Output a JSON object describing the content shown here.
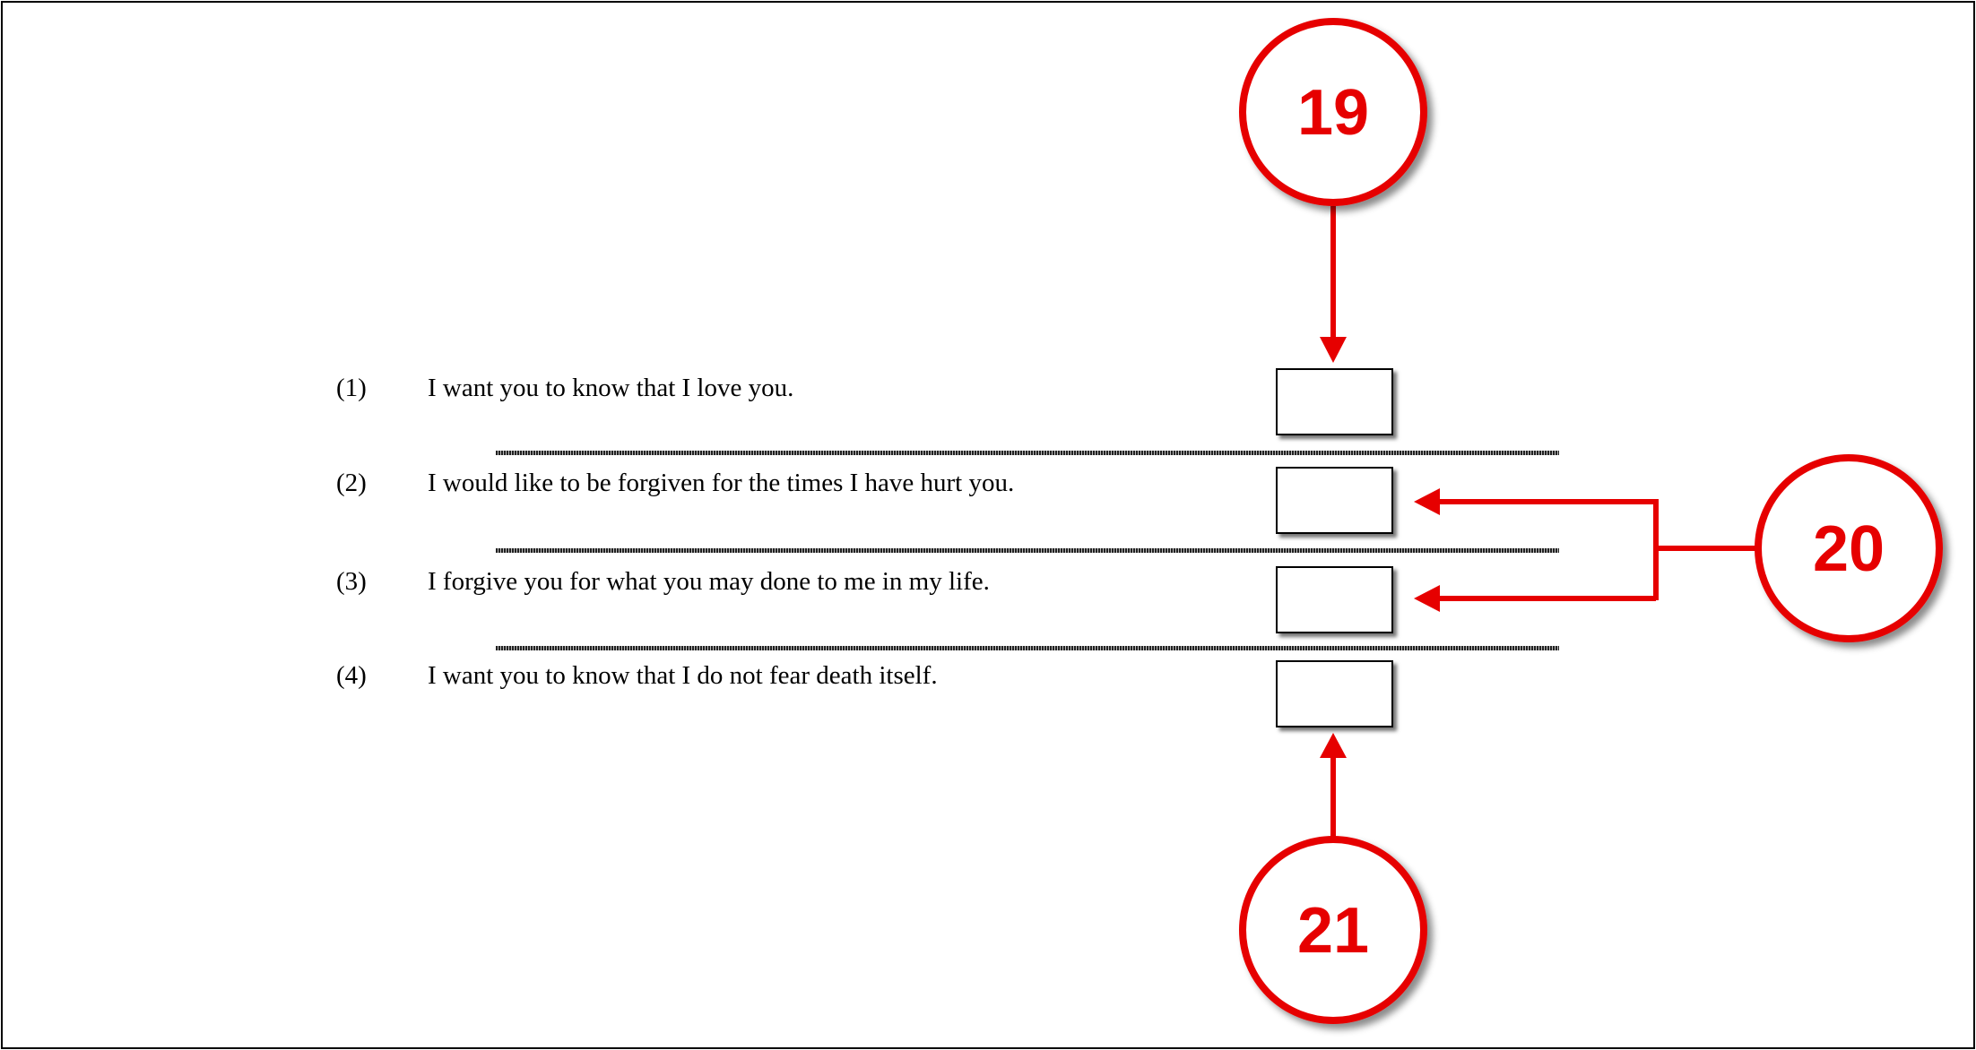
{
  "items": [
    {
      "number": "(1)",
      "text": "I want you to know that I love you."
    },
    {
      "number": "(2)",
      "text": "I would like to be forgiven for the times I have hurt you."
    },
    {
      "number": "(3)",
      "text": "I forgive you for what you may done to me in my life."
    },
    {
      "number": "(4)",
      "text": "I want you to know that I do not fear death itself."
    }
  ],
  "callouts": [
    {
      "label": "19"
    },
    {
      "label": "20"
    },
    {
      "label": "21"
    }
  ],
  "colors": {
    "callout": "#e60000",
    "text": "#000000"
  }
}
